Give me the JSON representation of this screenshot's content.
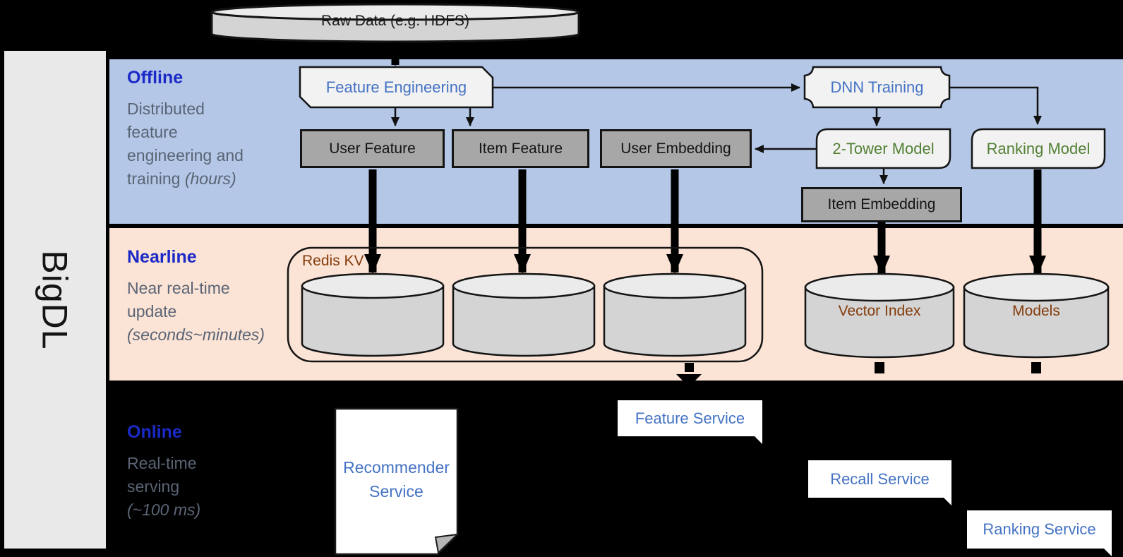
{
  "brand": {
    "name": "BigDL"
  },
  "top": {
    "raw_data": "Raw Data (e.g. HDFS)"
  },
  "sections": {
    "offline": {
      "title": "Offline",
      "line1": "Distributed",
      "line2": "feature",
      "line3": "engineering and",
      "line4": "training ",
      "line4_italic": "(hours)"
    },
    "nearline": {
      "title": "Nearline",
      "line1": "Near real-time",
      "line2": "update",
      "line3_italic": "(seconds~minutes)"
    },
    "online": {
      "title": "Online",
      "line1": "Real-time",
      "line2": "serving",
      "line3_italic": "(~100 ms)"
    }
  },
  "nodes": {
    "feature_engineering": "Feature Engineering",
    "dnn_training": "DNN Training",
    "user_feature": "User Feature",
    "item_feature": "Item Feature",
    "user_embedding": "User Embedding",
    "two_tower_model": "2-Tower Model",
    "ranking_model": "Ranking Model",
    "item_embedding": "Item Embedding",
    "redis_kv": "Redis KV",
    "vector_index": "Vector Index",
    "models": "Models"
  },
  "services": {
    "recommender_line1": "Recommender",
    "recommender_line2": "Service",
    "feature": "Feature Service",
    "recall": "Recall Service",
    "ranking": "Ranking Service"
  },
  "colors": {
    "offline_band": "#b4c7e7",
    "nearline_band": "#fbe3d5",
    "online_background": "#000000",
    "node_text_blue": "#4472c4",
    "node_text_green": "#538135",
    "node_text_brown": "#843c0c",
    "section_title_blue": "#1b2ac6",
    "section_desc_gray": "#5a6475",
    "gray_box_fill": "#a7a7a7",
    "light_box_fill": "#f2f2f2",
    "cylinder_fill": "#d4d4d4"
  }
}
